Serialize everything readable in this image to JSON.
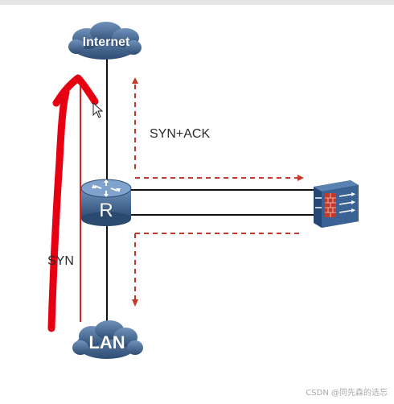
{
  "nodes": {
    "internet_label": "Internet",
    "lan_label": "LAN",
    "router_label": "R"
  },
  "annotations": {
    "syn_ack": "SYN+ACK",
    "syn": "SYN"
  },
  "watermark": "CSDN @同先森的选忘",
  "colors": {
    "dashed_arrow": "#c0392b",
    "hand_drawn": "#e60012",
    "cloud": "#4a6e96",
    "router": "#3d5f86",
    "firewall": "#2e5282",
    "firewall_bricks": "#c0392b"
  }
}
